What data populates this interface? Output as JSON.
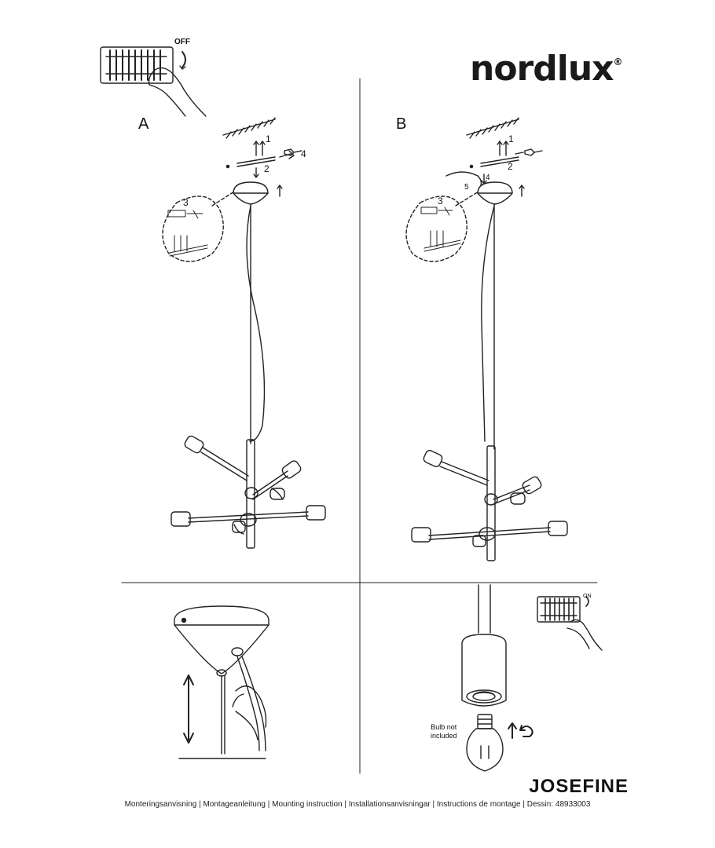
{
  "brand": {
    "name": "nordlux",
    "registered": "®"
  },
  "sections": {
    "a": "A",
    "b": "B"
  },
  "switch_labels": {
    "off": "OFF",
    "on": "ON"
  },
  "step_numbers": {
    "one": "1",
    "two": "2",
    "three": "3",
    "four": "4",
    "five": "5"
  },
  "bulb_note": {
    "line1": "Bulb not",
    "line2": "included"
  },
  "product_name": "JOSEFINE",
  "footer_text": "Monteringsanvisning | Montageanleitung | Mounting instruction | Installationsanvisningar | Instructions de montage | Dessin: 48933003"
}
